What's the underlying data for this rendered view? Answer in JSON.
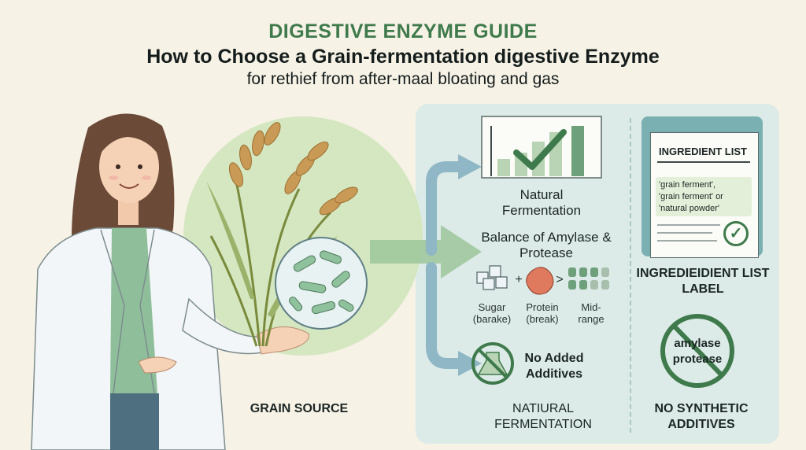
{
  "header": {
    "title": "DIGESTIVE ENZYME GUIDE",
    "subtitle_line1": "How to Choose a Grain-fermentation digestive Enzyme",
    "subtitle_line2": "for rethief from after-maal bloating and gas"
  },
  "left": {
    "grain_source_label": "GRAIN SOURCE"
  },
  "middle": {
    "natural_fermentation_title": "Natural Fermentation",
    "balance_title": "Balance of Amylase & Protease",
    "balance_symbols": {
      "plus": "+",
      "greater": ">"
    },
    "sugar_label": "Sugar (barake)",
    "protein_label": "Protein (break)",
    "midrange_label": "Mid- range",
    "no_additives_label": "No Added Additives",
    "bottom_label": "NATIURAL FERMENTATION"
  },
  "right": {
    "ingredient_list_title": "INGREDIENT LIST",
    "ingredient_lines": [
      "'grain ferment',",
      "'grain ferment' or",
      "'natural powder'"
    ],
    "ingredient_label": "INGREDIEIDIENT LIST LABEL",
    "stamp_words": [
      "amylase",
      "protease"
    ],
    "bottom_label": "NO SYNTHETIC ADDITIVES"
  },
  "colors": {
    "background": "#f6f2e6",
    "accent_green": "#3f7a4c",
    "panel": "#dcebe8",
    "arrow_blue": "#8fb7c6"
  }
}
